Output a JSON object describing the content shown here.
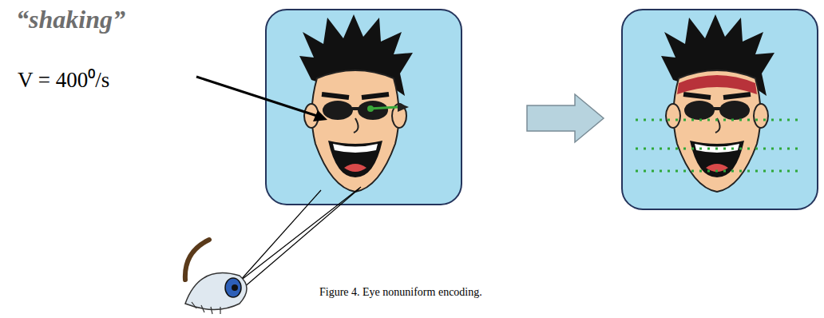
{
  "diagram": {
    "caption": "Figure 4. Eye nonuniform encoding.",
    "labels": [
      "“shaking”",
      "V = 400⁰/s"
    ]
  }
}
